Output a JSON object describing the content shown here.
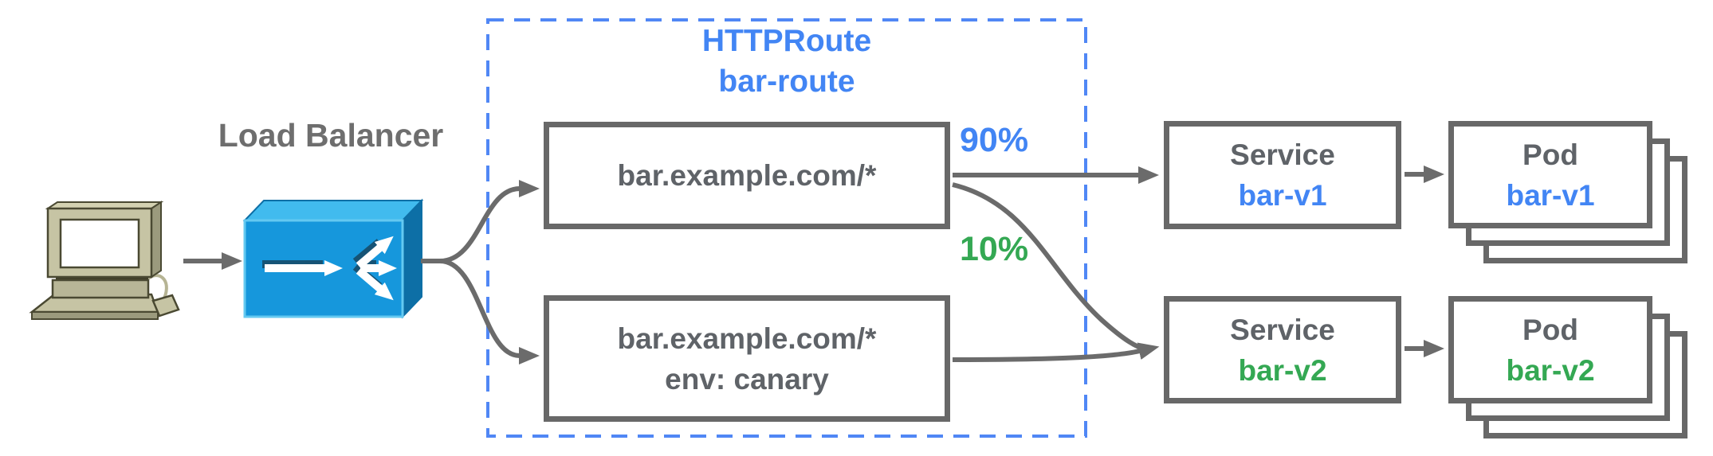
{
  "load_balancer_label": "Load Balancer",
  "httproute": {
    "kind": "HTTPRoute",
    "name": "bar-route",
    "rules": [
      {
        "host": "bar.example.com/*",
        "weight": "90%"
      },
      {
        "host": "bar.example.com/*",
        "header_match": "env: canary",
        "weight": "10%"
      }
    ]
  },
  "services": [
    {
      "kind": "Service",
      "name": "bar-v1"
    },
    {
      "kind": "Service",
      "name": "bar-v2"
    }
  ],
  "pods": [
    {
      "kind": "Pod",
      "name": "bar-v1"
    },
    {
      "kind": "Pod",
      "name": "bar-v2"
    }
  ],
  "icons": {
    "client": "desktop-computer-icon",
    "load_balancer": "load-balancer-icon"
  },
  "colors": {
    "accent_blue": "#4285f4",
    "accent_green": "#34a853",
    "line_gray": "#6b6b6b",
    "box_border_gray": "#686868",
    "box_text_gray": "#5f6368",
    "dashed_border_blue": "#5087f5",
    "lb_front": "#1697dc",
    "lb_top": "#41bbee",
    "lb_side": "#0d6fa6",
    "computer_body": "#c6c4a4"
  }
}
